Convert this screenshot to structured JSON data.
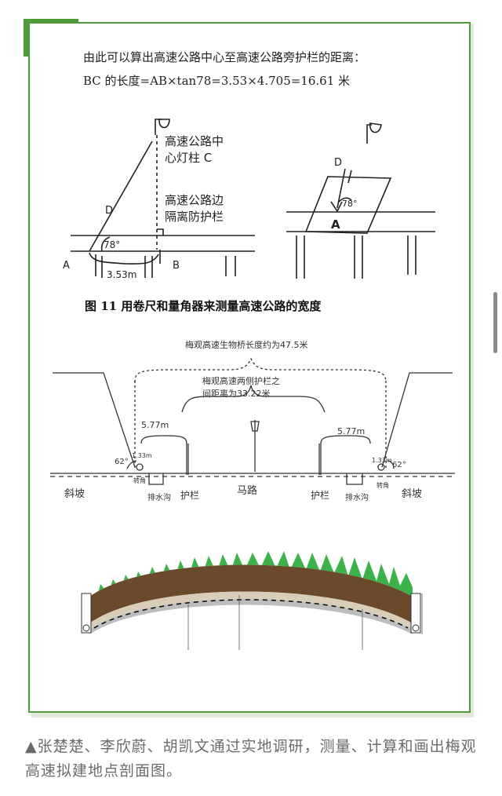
{
  "document": {
    "intro_line": "由此可以算出高速公路中心至高速公路旁护栏的距离：",
    "formula_line": "BC 的长度=AB×tan78=3.53×4.705=16.61 米"
  },
  "sketch1": {
    "label_center_pole_line1": "高速公路中",
    "label_center_pole_line2": "心灯柱 C",
    "label_guardrail_line1": "高速公路边",
    "label_guardrail_line2": "隔离防护栏",
    "label_d": "D",
    "label_angle": "78°",
    "label_a": "A",
    "label_b": "B",
    "label_distance": "3.53m"
  },
  "sketch2": {
    "label_d": "D",
    "label_angle": "78°",
    "label_a": "A"
  },
  "figure11_caption": "图 11 用卷尺和量角器来测量高速公路的宽度",
  "section_sketch": {
    "bridge_length": "梅观高速生物桥长度约为47.5米",
    "guardrail_gap_line1": "梅观高速两侧护栏之",
    "guardrail_gap_line2": "间距离为33.22米",
    "left_width": "5.77m",
    "right_width": "5.77m",
    "left_angle": "62°",
    "right_angle": "62°",
    "left_small": "1.33m",
    "right_small": "1.33m",
    "slope_left": "斜坡",
    "drain_left": "排水沟",
    "rail_left": "护栏",
    "road": "马路",
    "rail_right": "护栏",
    "drain_right": "排水沟",
    "slope_right": "斜坡",
    "side_left": "转角",
    "side_right": "转角"
  },
  "photo_caption": "▲张楚楚、李欣蔚、胡凯文通过实地调研，测量、计算和画出梅观高速拟建地点剖面图。"
}
